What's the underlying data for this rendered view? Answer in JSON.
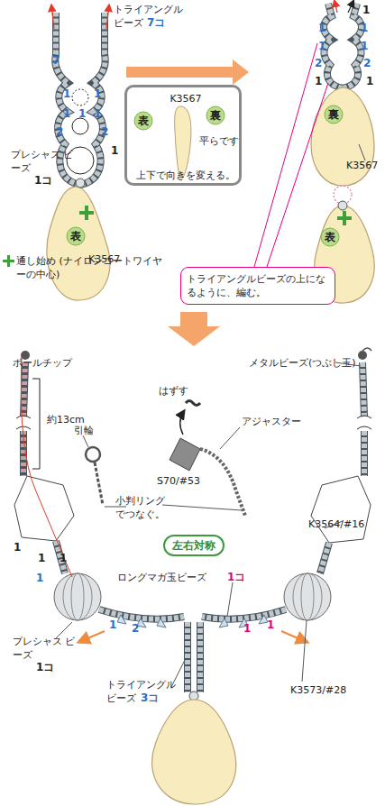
{
  "diagram": {
    "nodes": [
      {
        "text": [
          "K3567",
          "平らです",
          "上下で向きを変える。"
        ]
      },
      {
        "text": [
          "表"
        ],
        "in": 0
      },
      {
        "text": [
          "裏"
        ],
        "in": 0
      },
      {
        "text": [
          "表"
        ]
      },
      {
        "text": [
          "裏"
        ]
      },
      {
        "text": [
          "表"
        ]
      },
      {
        "text": [
          "トライアングルビーズの上になるように、編む。"
        ]
      },
      {
        "text": [
          "左右対称"
        ]
      }
    ],
    "labels": [
      "トライアングル ビーズ",
      "7コ",
      "7",
      "1",
      "1",
      "1",
      "1",
      "1",
      "2",
      "2",
      "1",
      "プレシャス ビーズ",
      "1コ",
      "K3567",
      "通し始め (ナイロンコートワイヤーの中心)",
      "1",
      "1",
      "1",
      "1",
      "1",
      "2",
      "2",
      "1",
      "1",
      "K3567",
      "ボールチップ",
      "約13cm",
      "メタルビーズ(つぶし玉)",
      "はずす",
      "引輪",
      "アジャスター",
      "S70/#53",
      "小判リング でつなぐ。",
      "K3564/#16",
      "1",
      "1",
      "1",
      "1",
      "ロングマガ玉ビーズ",
      "1コ",
      "1",
      "2",
      "1",
      "1",
      "プレシャス ビーズ",
      "1コ",
      "K3573/#28",
      "トライアングル ビーズ",
      "3コ"
    ]
  }
}
